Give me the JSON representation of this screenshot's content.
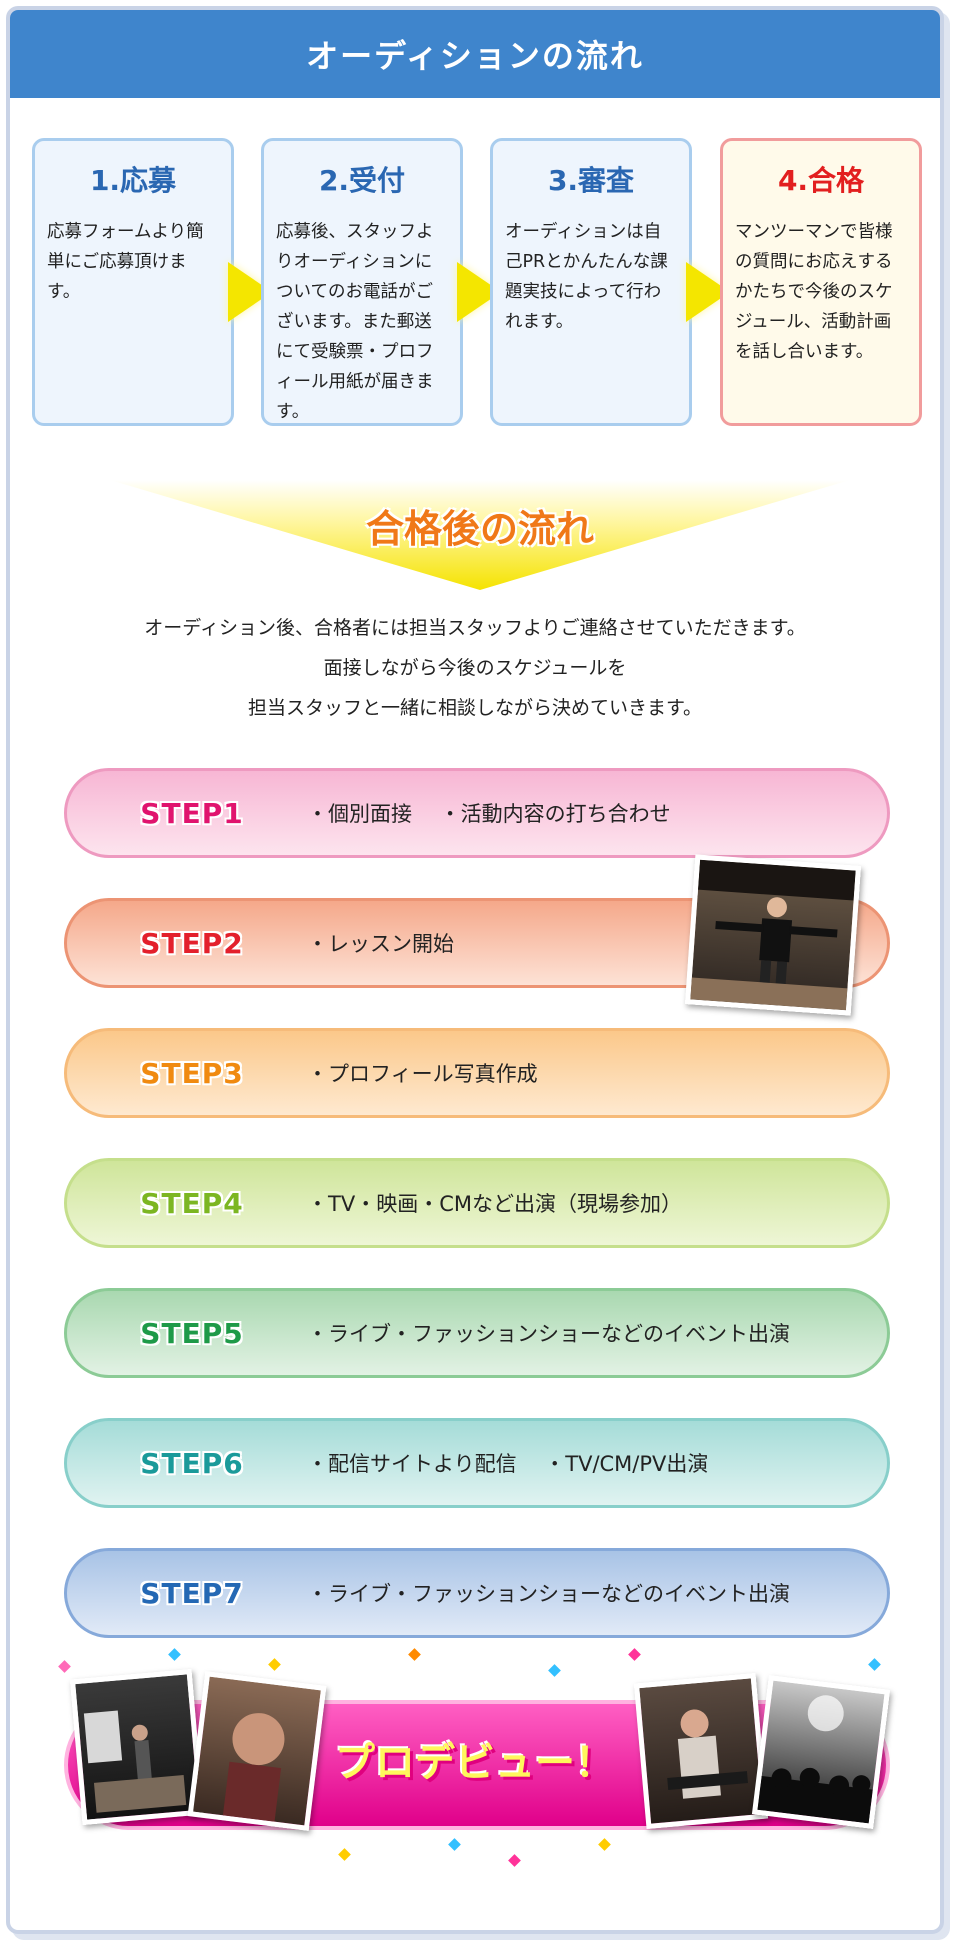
{
  "title": "オーディションの流れ",
  "flow": [
    {
      "heading": "1.応募",
      "text": "応募フォームより簡単にご応募頂けます。"
    },
    {
      "heading": "2.受付",
      "text": "応募後、スタッフよりオーディションについてのお電話がございます。また郵送にて受験票・プロフィール用紙が届きます。"
    },
    {
      "heading": "3.審査",
      "text": "オーディションは自己PRとかんたんな課題実技によって行われます。"
    },
    {
      "heading": "4.合格",
      "text": "マンツーマンで皆様の質問にお応えするかたちで今後のスケジュール、活動計画を話し合います。"
    }
  ],
  "after": {
    "title": "合格後の流れ",
    "lines": [
      "オーディション後、合格者には担当スタッフよりご連絡させていただきます。",
      "面接しながら今後のスケジュールを",
      "担当スタッフと一緒に相談しながら決めていきます。"
    ]
  },
  "steps": [
    {
      "label": "STEP1",
      "desc": "・個別面接　 ・活動内容の打ち合わせ"
    },
    {
      "label": "STEP2",
      "desc": "・レッスン開始"
    },
    {
      "label": "STEP3",
      "desc": "・プロフィール写真作成"
    },
    {
      "label": "STEP4",
      "desc": "・TV・映画・CMなど出演（現場参加）"
    },
    {
      "label": "STEP5",
      "desc": "・ライブ・ファッションショーなどのイベント出演"
    },
    {
      "label": "STEP6",
      "desc": "・配信サイトより配信　 ・TV/CM/PV出演"
    },
    {
      "label": "STEP7",
      "desc": "・ライブ・ファッションショーなどのイベント出演"
    }
  ],
  "debut": "プロデビュー！",
  "colors": {
    "header": "#3f85cc",
    "step1_label": "#e0146e",
    "step2_label": "#e3202c",
    "step3_label": "#f08a10",
    "step4_label": "#7cb622",
    "step5_label": "#1e9a48",
    "step6_label": "#1a9a9a",
    "step7_label": "#2468b4"
  }
}
